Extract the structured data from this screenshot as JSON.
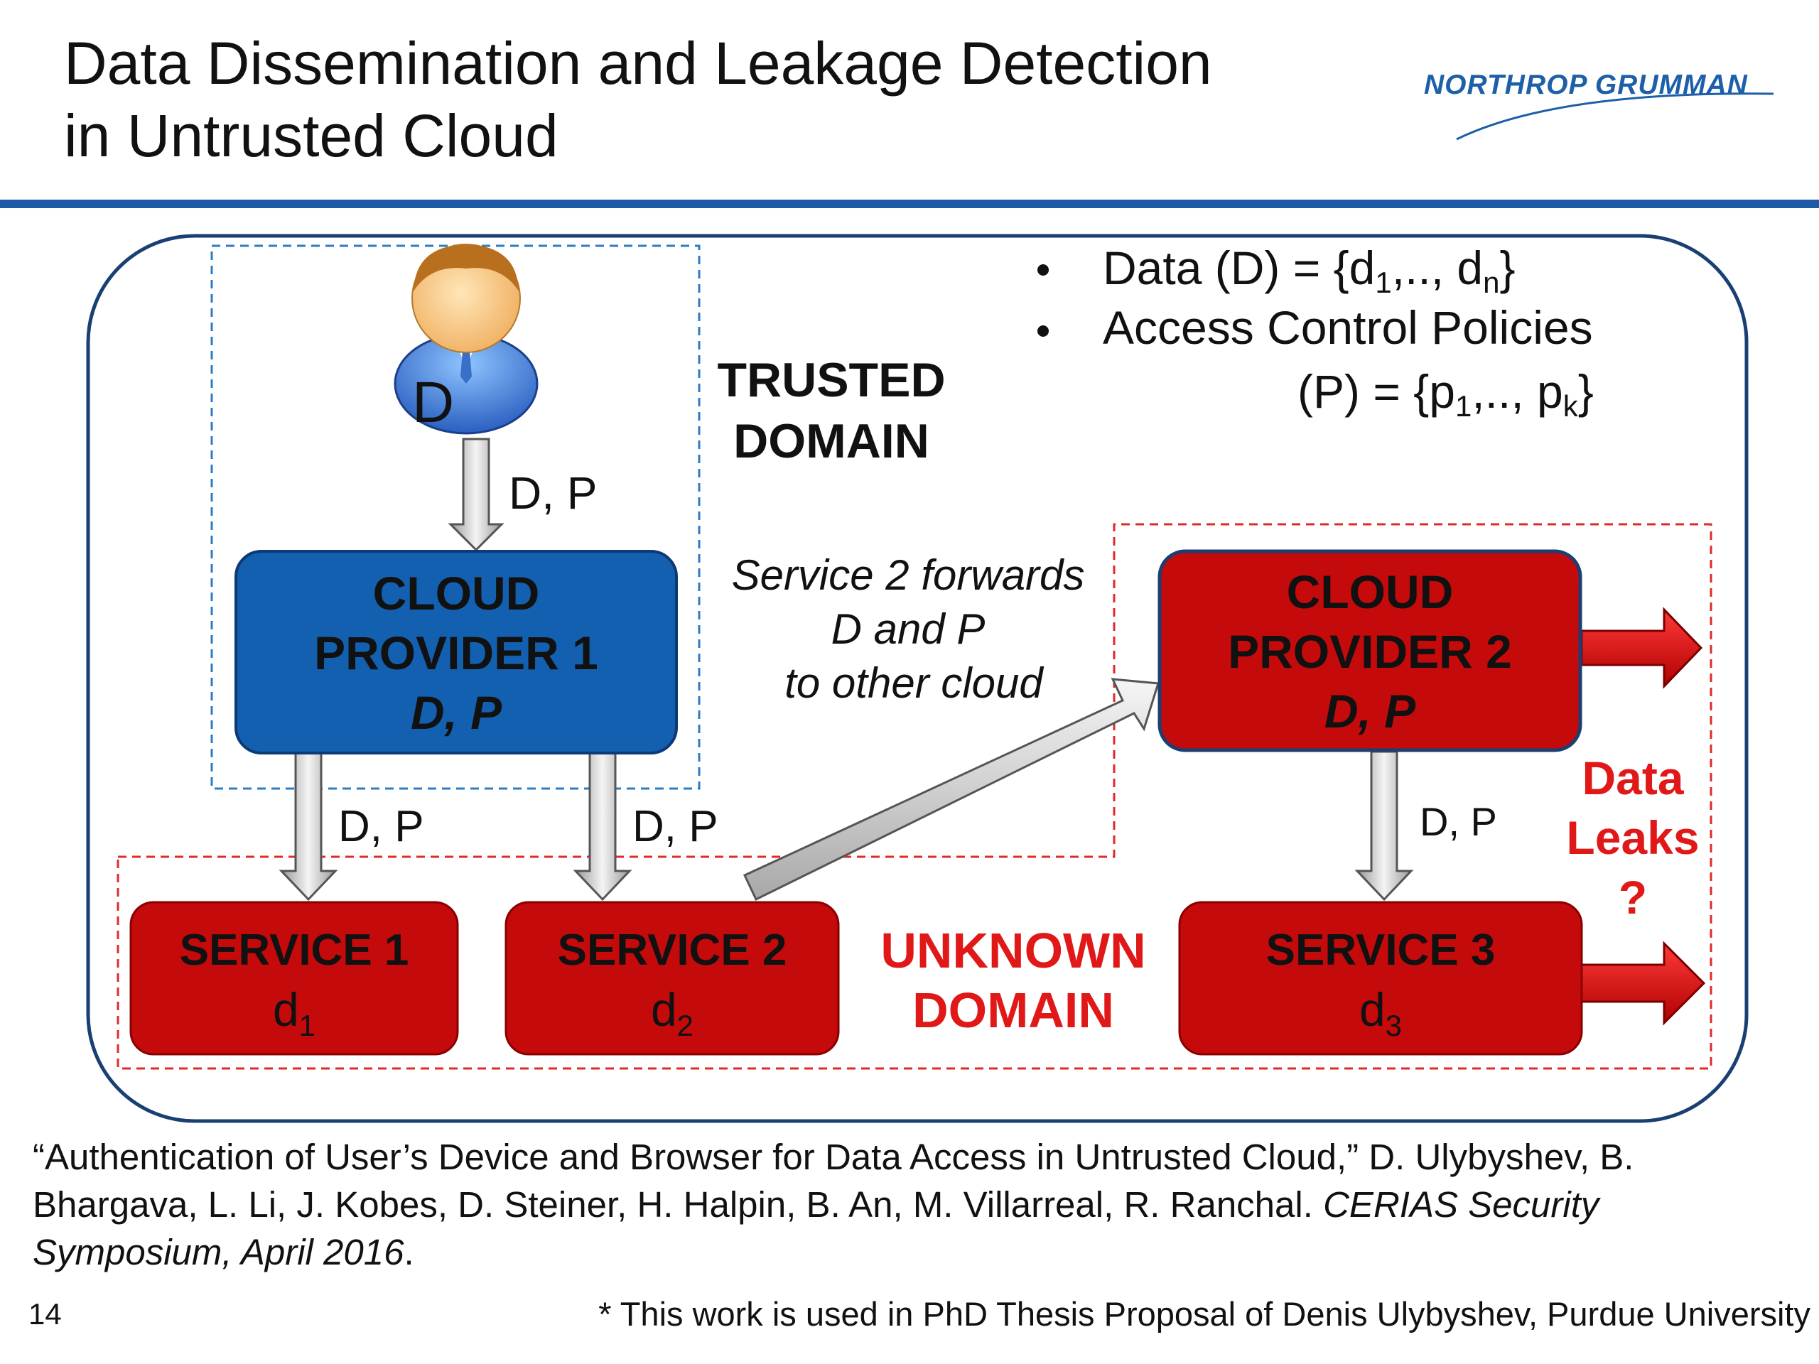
{
  "title": {
    "line1": "Data Dissemination and Leakage Detection",
    "line2": "in Untrusted Cloud"
  },
  "logo": {
    "text": "NORTHROP GRUMMAN",
    "color": "#1d5fa8"
  },
  "colors": {
    "blue_box": "#1360b0",
    "red_box": "#c40a0a",
    "red_text": "#e01818",
    "rule": "#1f5aa6",
    "frame": "#1a3f73"
  },
  "user": {
    "label": "D",
    "icon": "user-avatar-icon"
  },
  "trusted_domain": {
    "line1": "TRUSTED",
    "line2": "DOMAIN"
  },
  "unknown_domain": {
    "line1": "UNKNOWN",
    "line2": "DOMAIN"
  },
  "bullets": {
    "data": {
      "prefix": "Data (D) = {d",
      "sub1": "1",
      "mid": ",.., d",
      "sub2": "n",
      "suffix": "}"
    },
    "policies": {
      "line1": "Access Control Policies",
      "prefix": "(P) = {p",
      "sub1": "1",
      "mid": ",.., p",
      "sub2": "k",
      "suffix": "}"
    }
  },
  "cloud_provider_1": {
    "line1": "CLOUD",
    "line2": "PROVIDER 1",
    "line3": "D, P"
  },
  "cloud_provider_2": {
    "line1": "CLOUD",
    "line2": "PROVIDER 2",
    "line3": "D, P"
  },
  "services": [
    {
      "name": "SERVICE 1",
      "data": "d",
      "sub": "1"
    },
    {
      "name": "SERVICE 2",
      "data": "d",
      "sub": "2"
    },
    {
      "name": "SERVICE 3",
      "data": "d",
      "sub": "3"
    }
  ],
  "arrow_labels": {
    "user_to_cp1": "D, P",
    "cp1_to_s1": "D, P",
    "cp1_to_s2": "D, P",
    "cp2_to_s3": "D, P"
  },
  "forward_note": {
    "line1": "Service 2 forwards",
    "line2": "D and P",
    "line3": "to other cloud"
  },
  "leaks": {
    "line1": "Data",
    "line2": "Leaks",
    "line3": "?"
  },
  "citation": {
    "text": "“Authentication of User’s Device and Browser for Data Access in Untrusted Cloud,” D. Ulybyshev, B. Bhargava, L. Li, J. Kobes, D. Steiner, H. Halpin, B. An, M. Villarreal, R. Ranchal.",
    "venue": "CERIAS Security Symposium, April 2016",
    "end": "."
  },
  "slide_number": "14",
  "footnote": "* This work is used in PhD Thesis Proposal of Denis Ulybyshev, Purdue University"
}
